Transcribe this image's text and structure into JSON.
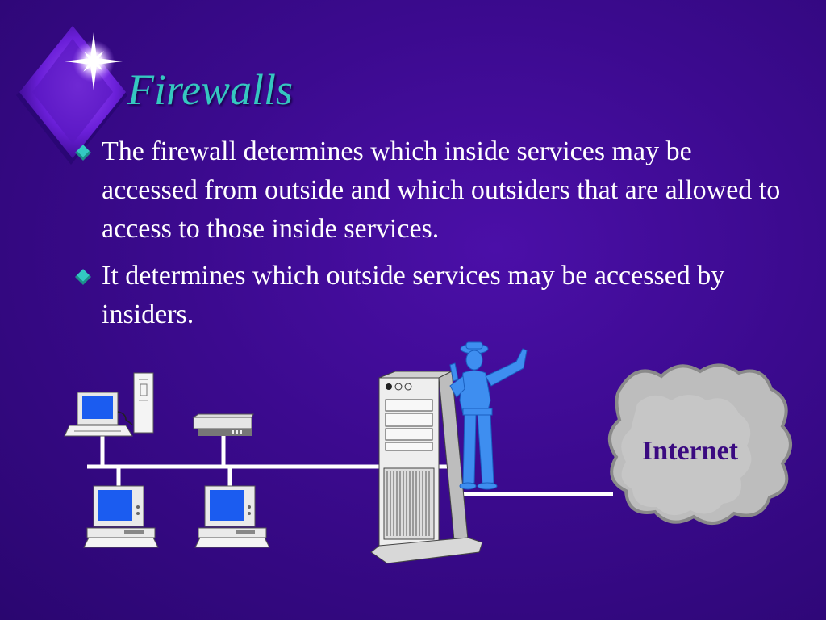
{
  "slide": {
    "title": "Firewalls",
    "bullets": [
      {
        "text": "The firewall determines which inside services may be accessed from outside and which outsiders that are allowed to access to those inside services."
      },
      {
        "text": "It determines which outside services may be accessed by insiders."
      }
    ]
  },
  "diagram": {
    "cloud_label": "Internet",
    "icons": [
      "sparkle-star-icon",
      "desktop-computer-icon",
      "tower-computer-icon",
      "network-hub-icon",
      "firewall-server-icon",
      "police-officer-icon",
      "internet-cloud-icon"
    ]
  },
  "colors": {
    "background": "#3b0a8e",
    "title": "#35c7c0",
    "bullet": "#33c9c2",
    "text": "#ffffff",
    "cloud": "#bdbdbd",
    "officer": "#3e8ef0"
  }
}
